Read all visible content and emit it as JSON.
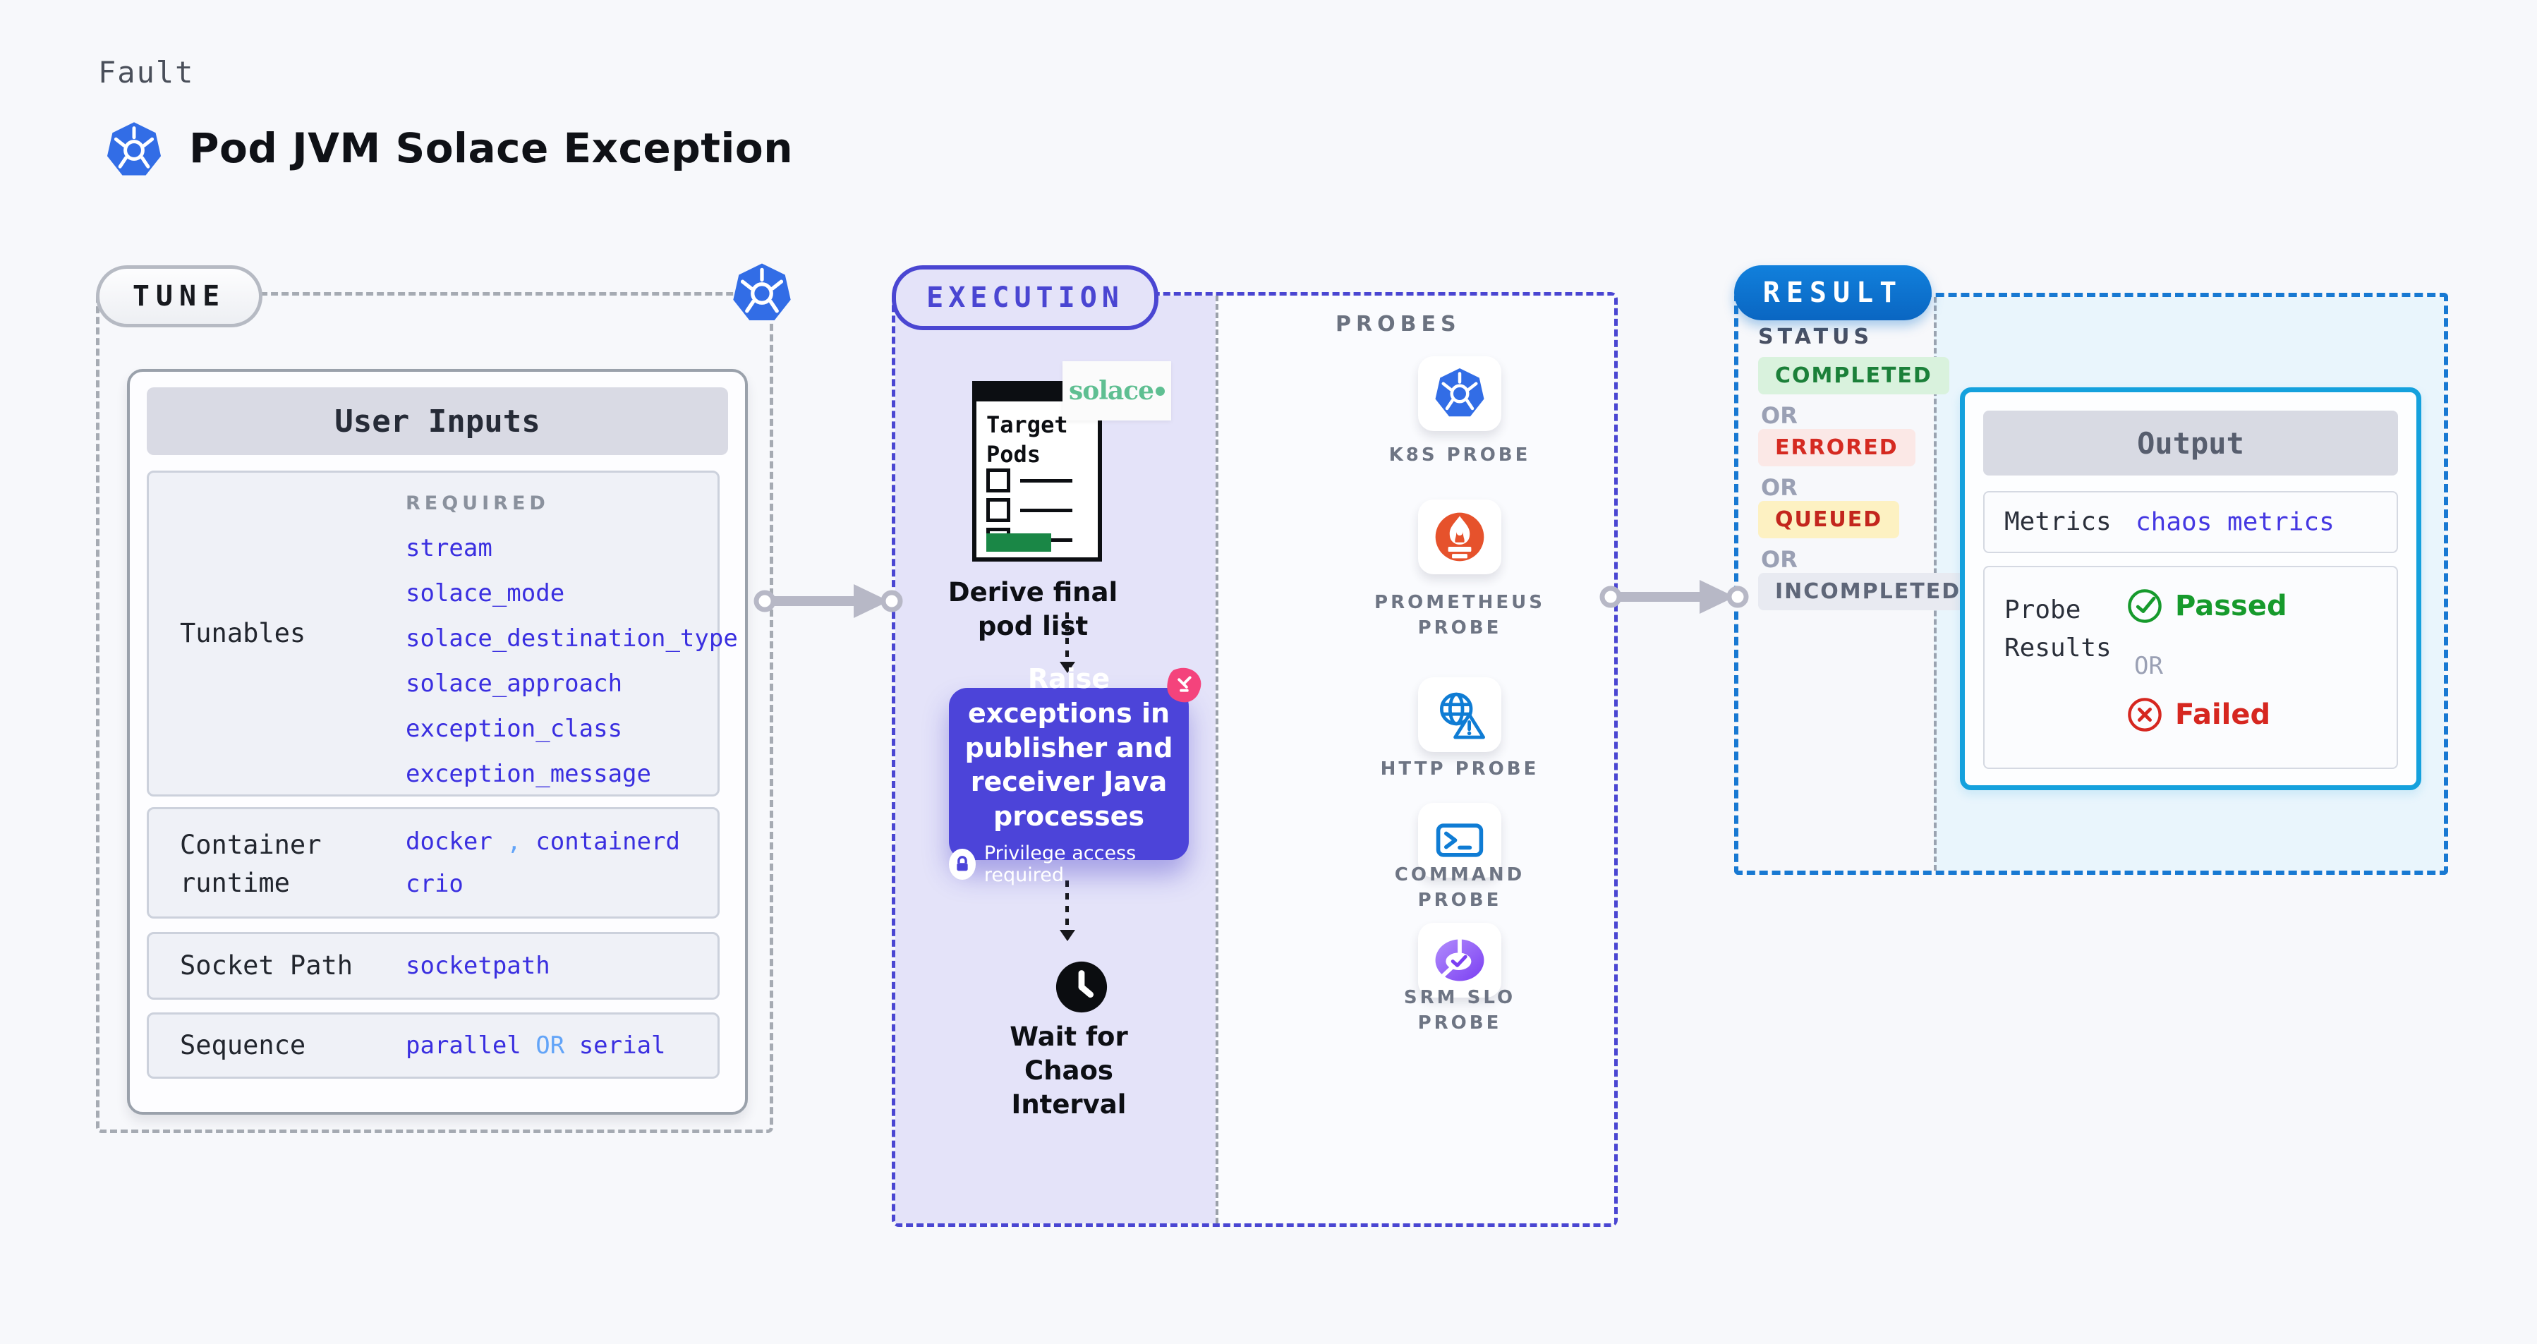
{
  "colors": {
    "accent_indigo": "#4a46d2",
    "value_blue": "#3a2fe0",
    "value_blue_light": "#62a4f8",
    "execution_bg": "#e4e3f9",
    "purple_box": "#4c44d9",
    "result_badge_blue": "#0d73cc",
    "output_border_cyan": "#15a1dd",
    "k8s_blue": "#326de6",
    "prometheus_orange": "#e6522c",
    "probe_icon_blue": "#0f7cd4",
    "srm_purple": "#7b3ff2",
    "solace_green": "#5fbf92",
    "passed_green": "#169a2c",
    "failed_red": "#d62720",
    "status_completed_fg": "#1b8039",
    "status_completed_bg": "#d9f2dd",
    "status_errored_fg": "#d52a21",
    "status_errored_bg": "#fbe8e6",
    "status_queued_fg": "#c3261d",
    "status_queued_bg": "#fdf1c2",
    "status_incompleted_fg": "#5e6678",
    "status_incompleted_bg": "#e8eaf1"
  },
  "header": {
    "kicker": "Fault",
    "title": "Pod JVM Solace Exception"
  },
  "tune": {
    "badge": "TUNE",
    "panel_title": "User Inputs",
    "rows": {
      "tunables": {
        "label": "Tunables",
        "required_tag": "REQUIRED",
        "values": [
          "stream",
          "solace_mode",
          "solace_destination_type",
          "solace_approach",
          "exception_class",
          "exception_message"
        ]
      },
      "container_runtime": {
        "label": "Container runtime",
        "value_a": "docker",
        "separator": ",",
        "value_b": "containerd",
        "value_c": "crio"
      },
      "socket_path": {
        "label": "Socket Path",
        "value": "socketpath"
      },
      "sequence": {
        "label": "Sequence",
        "value_a": "parallel",
        "or": "OR",
        "value_b": "serial"
      }
    }
  },
  "execution": {
    "badge": "EXECUTION",
    "target_pods_title": "Target Pods",
    "solace_logo_text": "solace",
    "derive_step": "Derive final pod list",
    "raise_step": "Raise exceptions in publisher and receiver Java processes",
    "privilege_note": "Privilege access required",
    "wait_step": "Wait for Chaos Interval"
  },
  "probes": {
    "heading": "PROBES",
    "items": [
      {
        "label": "K8S PROBE"
      },
      {
        "label": "PROMETHEUS PROBE"
      },
      {
        "label": "HTTP PROBE"
      },
      {
        "label": "COMMAND PROBE"
      },
      {
        "label": "SRM SLO PROBE"
      }
    ]
  },
  "result": {
    "badge": "RESULT",
    "status_heading": "STATUS",
    "or_label": "OR",
    "statuses": [
      {
        "label": "COMPLETED"
      },
      {
        "label": "ERRORED"
      },
      {
        "label": "QUEUED"
      },
      {
        "label": "INCOMPLETED"
      }
    ],
    "output": {
      "title": "Output",
      "metrics_label": "Metrics",
      "metrics_value": "chaos metrics",
      "probe_results_label": "Probe Results",
      "passed_label": "Passed",
      "failed_label": "Failed"
    }
  }
}
